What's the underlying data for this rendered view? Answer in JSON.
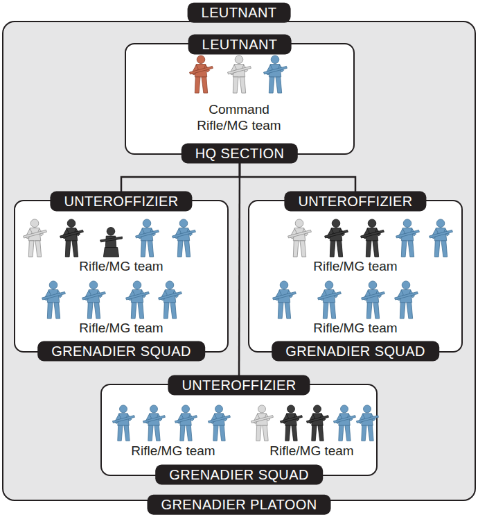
{
  "diagram": {
    "nodes": [
      {
        "text": [
          "LEUTNANT",
          "GRENADIER PLATOON"
        ]
      },
      {
        "text": [
          "LEUTNANT",
          "Command Rifle/MG team",
          "HQ SECTION"
        ],
        "in": 0
      },
      {
        "text": [
          "UNTEROFFIZIER",
          "Rifle/MG team",
          "Rifle/MG team",
          "GRENADIER SQUAD"
        ],
        "in": 0
      },
      {
        "text": [
          "UNTEROFFIZIER",
          "Rifle/MG team",
          "Rifle/MG team",
          "GRENADIER SQUAD"
        ],
        "in": 0
      },
      {
        "text": [
          "UNTEROFFIZIER",
          "Rifle/MG team",
          "Rifle/MG team",
          "GRENADIER SQUAD"
        ],
        "in": 0
      }
    ],
    "edges": [
      {
        "from": 1,
        "to": 2,
        "arrow": "none"
      },
      {
        "from": 1,
        "to": 3,
        "arrow": "none"
      },
      {
        "from": 1,
        "to": 4,
        "arrow": "none"
      }
    ]
  }
}
